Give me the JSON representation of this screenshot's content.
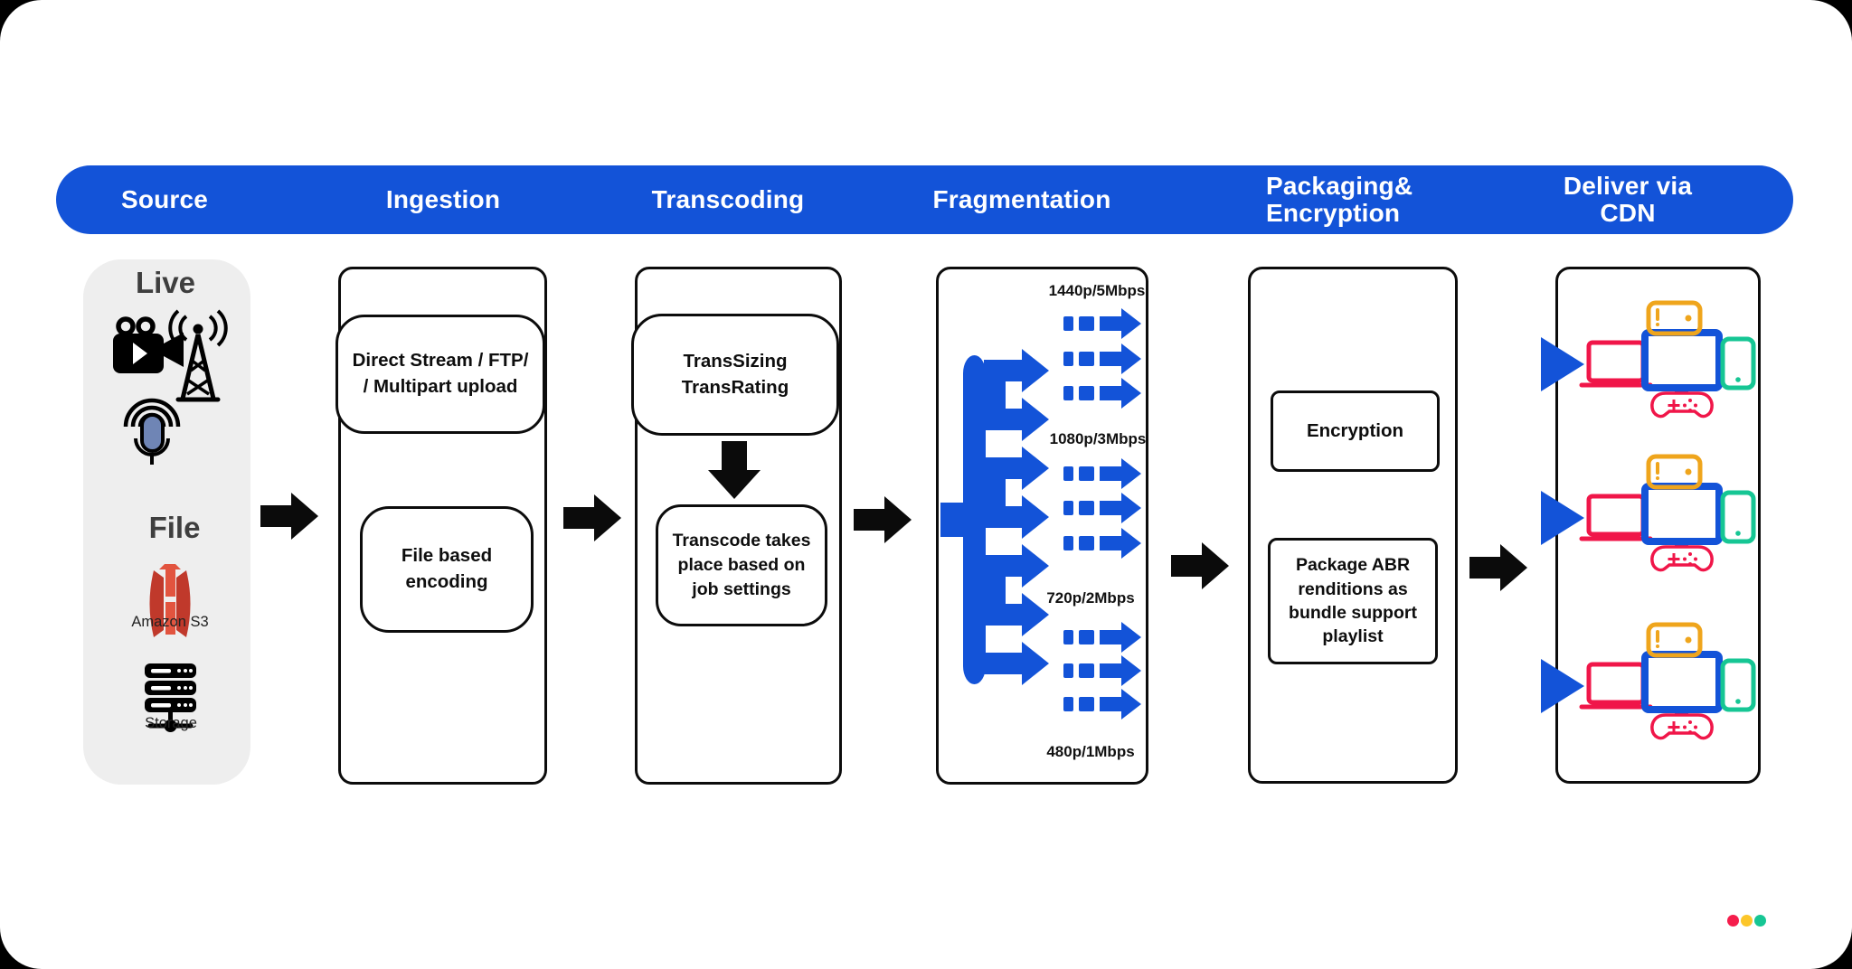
{
  "stages": [
    {
      "label": "Source"
    },
    {
      "label": "Ingestion"
    },
    {
      "label": "Transcoding"
    },
    {
      "label": "Fragmentation"
    },
    {
      "label": "Packaging&\nEncryption"
    },
    {
      "label": "Deliver via CDN"
    }
  ],
  "source": {
    "live_label": "Live",
    "file_label": "File",
    "s3_label": "Amazon S3",
    "storage_label": "Storage",
    "icons": [
      "video-camera-icon",
      "broadcast-tower-icon",
      "podcast-mic-icon",
      "amazon-s3-icon",
      "storage-icon"
    ]
  },
  "ingestion": {
    "direct_stream_label": "Direct Stream / FTP/\n/ Multipart upload",
    "file_based_label": "File based\nencoding"
  },
  "transcoding": {
    "trans_label": "TransSizing\nTransRating",
    "job_label": "Transcode takes\nplace based on\njob settings"
  },
  "fragmentation": {
    "renditions": [
      "1440p/5Mbps",
      "1080p/3Mbps",
      "720p/2Mbps",
      "480p/1Mbps"
    ]
  },
  "packaging": {
    "encryption_label": "Encryption",
    "package_label": "Package ABR\nrenditions as\nbundle support\nplaylist"
  },
  "delivery": {
    "device_icons": [
      "play-triangle-icon",
      "laptop-icon",
      "monitor-icon",
      "phone-icon",
      "tablet-icon",
      "gamepad-icon"
    ]
  },
  "colors": {
    "band_blue": "#1353D8",
    "fragment_blue": "#1353D8",
    "device_red": "#F01649",
    "device_yellow": "#EFA51C",
    "device_green": "#16C694",
    "s3_red": "#E2543F",
    "mic_fill": "#6F85B5",
    "dot_red": "#F51D4C",
    "dot_yellow": "#FCC62A",
    "dot_teal": "#16C694"
  }
}
